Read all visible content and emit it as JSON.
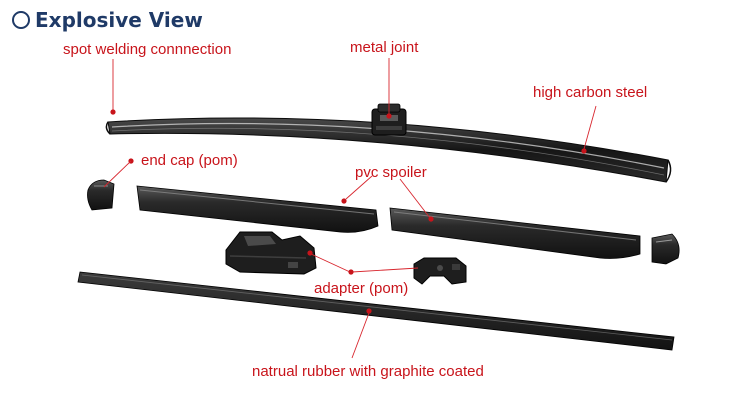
{
  "title": "Explosive View",
  "labels": {
    "spot_welding": "spot welding connnection",
    "metal_joint": "metal joint",
    "high_carbon_steel": "high  carbon steel",
    "end_cap": "end cap (pom)",
    "pvc_spoiler": "pvc spoiler",
    "adapter": "adapter (pom)",
    "rubber": "natrual rubber with graphite coated"
  },
  "colors": {
    "title": "#1f3a67",
    "label": "#c8141b",
    "part_dark": "#1b1b1b",
    "part_mid": "#3a3a3a"
  }
}
